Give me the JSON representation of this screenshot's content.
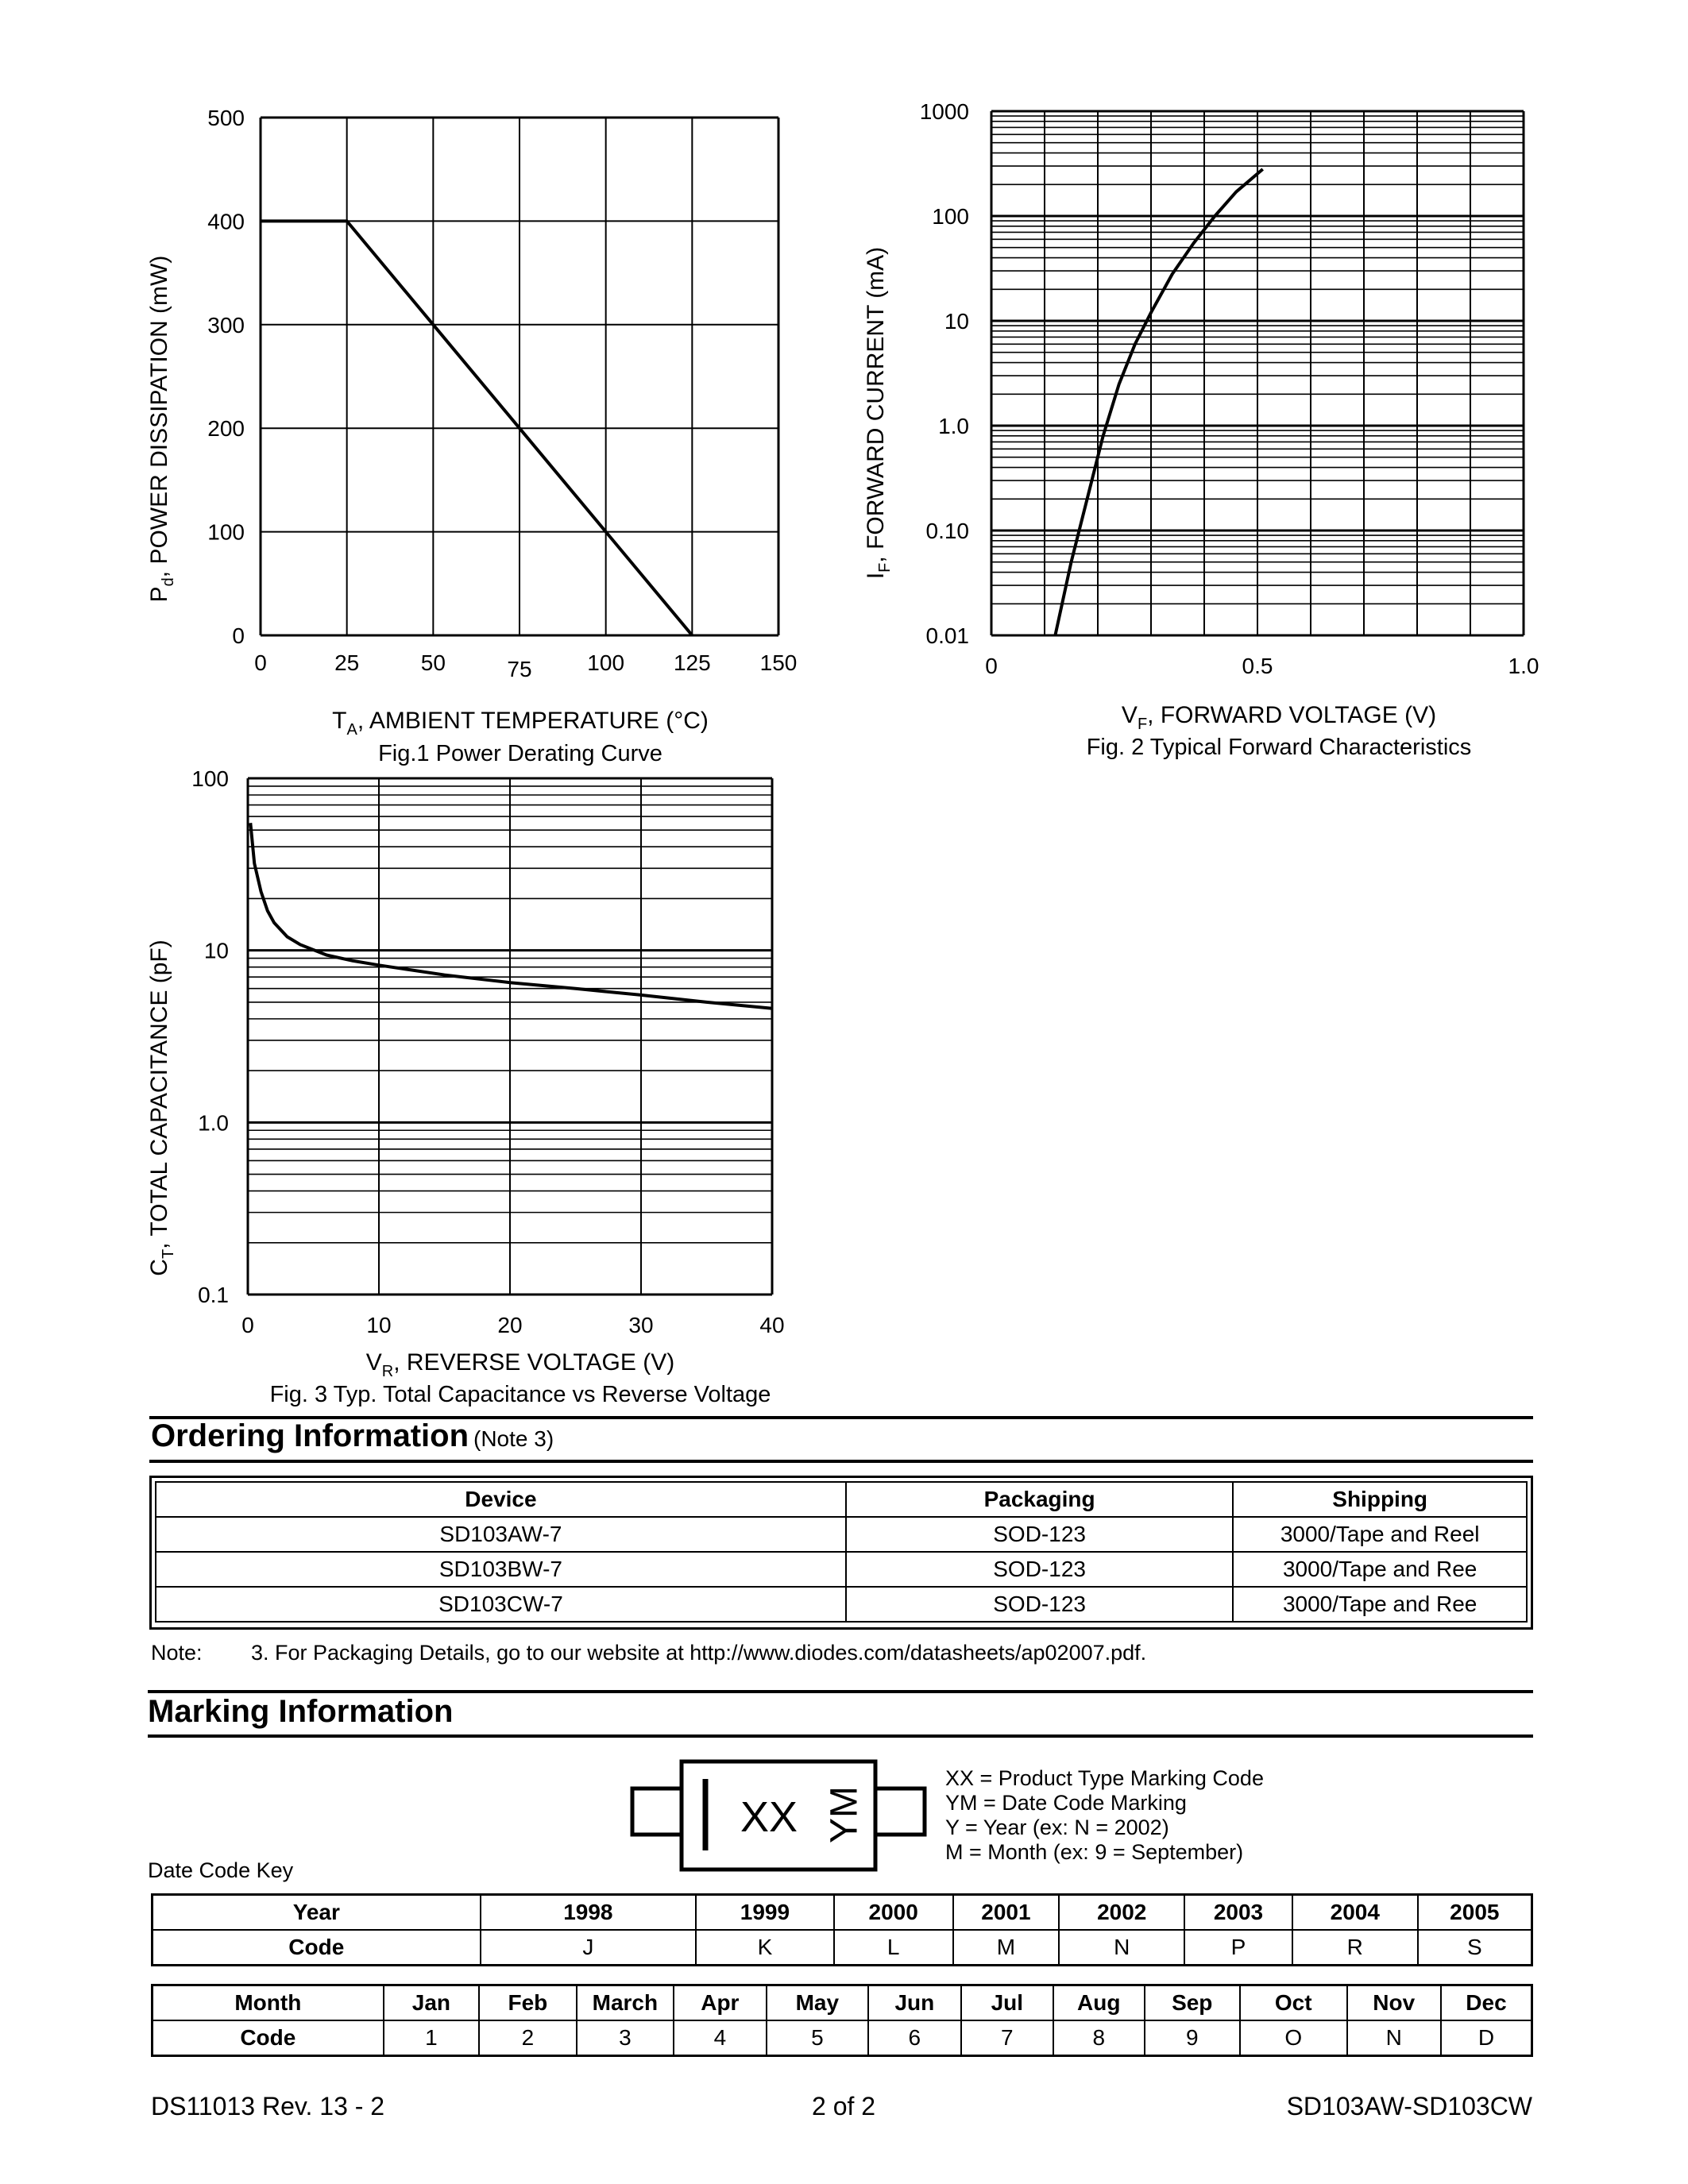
{
  "figures": [
    {
      "id": "fig1",
      "caption": "Fig.1  Power Derating Curve",
      "xlabel_main": "T",
      "xlabel_sub": "A",
      "xlabel_rest": ", AMBIENT TEMPERATURE (°C)",
      "ylabel_main": "P",
      "ylabel_sub": "d",
      "ylabel_rest": ", POWER DISSIPATION (mW)",
      "xticks": [
        "0",
        "25",
        "50",
        "75",
        "100",
        "125",
        "150"
      ],
      "yticks": [
        "0",
        "100",
        "200",
        "300",
        "400",
        "500"
      ]
    },
    {
      "id": "fig2",
      "caption": "Fig. 2  Typical Forward Characteristics",
      "xlabel_main": "V",
      "xlabel_sub": "F",
      "xlabel_rest": ", FORWARD VOLTAGE (V)",
      "ylabel_main": "I",
      "ylabel_sub": "F",
      "ylabel_rest": ", FORWARD CURRENT (mA)",
      "xticks": [
        "0",
        "0.5",
        "1.0"
      ],
      "yticks": [
        "0.01",
        "0.10",
        "1.0",
        "10",
        "100",
        "1000"
      ]
    },
    {
      "id": "fig3",
      "caption": "Fig. 3  Typ. Total Capacitance vs Reverse Voltage",
      "xlabel_main": "V",
      "xlabel_sub": "R",
      "xlabel_rest": ", REVERSE VOLTAGE (V)",
      "ylabel_main": "C",
      "ylabel_sub": "T",
      "ylabel_rest": ", TOTAL CAPACITANCE (pF)",
      "xticks": [
        "0",
        "10",
        "20",
        "30",
        "40"
      ],
      "yticks": [
        "0.1",
        "1.0",
        "10",
        "100"
      ]
    }
  ],
  "chart_data": [
    {
      "type": "line",
      "xlim": [
        0,
        150
      ],
      "ylim": [
        0,
        500
      ],
      "grid": true,
      "series": [
        {
          "x": [
            0,
            25,
            50,
            75,
            100,
            125
          ],
          "y": [
            400,
            400,
            300,
            200,
            100,
            0
          ]
        }
      ]
    },
    {
      "type": "line",
      "xlim": [
        0,
        1.0
      ],
      "ylim": [
        0.01,
        1000
      ],
      "yscale": "log",
      "grid": true,
      "series": [
        {
          "x": [
            0.12,
            0.15,
            0.18,
            0.21,
            0.24,
            0.27,
            0.3,
            0.34,
            0.38,
            0.42,
            0.46,
            0.51
          ],
          "y": [
            0.01,
            0.05,
            0.2,
            0.8,
            2.5,
            6.0,
            12,
            28,
            55,
            100,
            170,
            280
          ]
        }
      ]
    },
    {
      "type": "line",
      "xlim": [
        0,
        40
      ],
      "ylim": [
        0.1,
        100
      ],
      "yscale": "log",
      "grid": true,
      "series": [
        {
          "x": [
            0.2,
            0.5,
            1,
            1.5,
            2,
            3,
            4,
            6,
            8,
            10,
            15,
            20,
            25,
            30,
            35,
            40
          ],
          "y": [
            55,
            32,
            22,
            17,
            14.5,
            12,
            10.8,
            9.4,
            8.7,
            8.2,
            7.2,
            6.5,
            6.0,
            5.5,
            5.0,
            4.6
          ]
        }
      ]
    }
  ],
  "ordering": {
    "title": "Ordering Information",
    "note_ref": "(Note 3)",
    "headers": [
      "Device",
      "Packaging",
      "Shipping"
    ],
    "rows": [
      [
        "SD103AW-7",
        "SOD-123",
        "3000/Tape and Reel"
      ],
      [
        "SD103BW-7",
        "SOD-123",
        "3000/Tape and Ree"
      ],
      [
        "SD103CW-7",
        "SOD-123",
        "3000/Tape and Ree"
      ]
    ],
    "note_label": "Note:",
    "note_text": "3. For Packaging Details, go to our website at http://www.diodes.com/datasheets/ap02007.pdf."
  },
  "marking": {
    "title": "Marking Information",
    "package_code": "XX",
    "package_date": "YM",
    "legend": [
      "XX = Product Type Marking Code",
      "YM = Date Code Marking",
      "Y = Year (ex: N = 2002)",
      "M = Month (ex: 9 = September)"
    ],
    "date_code_key": "Date Code Key"
  },
  "year_table": {
    "row1": [
      "Year",
      "1998",
      "1999",
      "2000",
      "2001",
      "2002",
      "2003",
      "2004",
      "2005"
    ],
    "row2": [
      "Code",
      "J",
      "K",
      "L",
      "M",
      "N",
      "P",
      "R",
      "S"
    ]
  },
  "month_table": {
    "row1": [
      "Month",
      "Jan",
      "Feb",
      "March",
      "Apr",
      "May",
      "Jun",
      "Jul",
      "Aug",
      "Sep",
      "Oct",
      "Nov",
      "Dec"
    ],
    "row2": [
      "Code",
      "1",
      "2",
      "3",
      "4",
      "5",
      "6",
      "7",
      "8",
      "9",
      "O",
      "N",
      "D"
    ]
  },
  "footer": {
    "left": "DS11013 Rev. 13 - 2",
    "center": "2 of 2",
    "right": "SD103AW-SD103CW"
  }
}
